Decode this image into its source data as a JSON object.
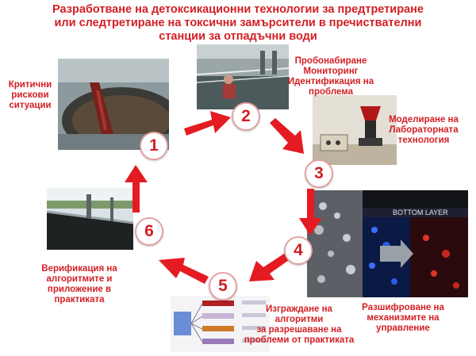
{
  "title": {
    "line1": "Разработване на детоксикационни технологии за предтретиране",
    "line2": "или следтретиране на токсични замърсители в пречиствателни",
    "line3": "станции за отпадъчни води"
  },
  "colors": {
    "accent": "#d21f24",
    "circle_border": "#e3a3a5"
  },
  "steps": [
    {
      "number": "1",
      "lines": [
        "Критични",
        "рискови",
        "ситуации"
      ]
    },
    {
      "number": "2",
      "lines": [
        "Пробонабиране",
        "Мониторинг",
        "Идентификация на",
        "проблема"
      ]
    },
    {
      "number": "3",
      "lines": [
        "Моделиране на",
        "Лабораторната",
        "технология"
      ]
    },
    {
      "number": "4",
      "lines": [
        "Разшифроване на",
        "механизмите на",
        "управление"
      ]
    },
    {
      "number": "5",
      "lines": [
        "Изграждане на",
        "алгоритми",
        "за разрешаване на",
        "проблеми от практиката"
      ]
    },
    {
      "number": "6",
      "lines": [
        "Верификация на",
        "алгоритмите и",
        "приложение в",
        "практиката"
      ]
    }
  ],
  "micro_image": {
    "caption": "BOTTOM LAYER"
  }
}
